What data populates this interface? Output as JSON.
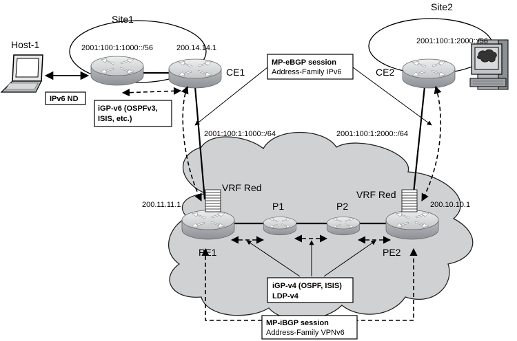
{
  "sites": {
    "site1": "Site1",
    "site2": "Site2",
    "site1_prefix": "2001:100:1:1000::/56",
    "site2_prefix": "2001:100:1:2000::/56"
  },
  "hosts": {
    "host1": "Host-1"
  },
  "routers": {
    "ce1": "CE1",
    "ce2": "CE2",
    "pe1": "PE1",
    "pe2": "PE2",
    "p1": "P1",
    "p2": "P2",
    "ce1_addr": "200.14.14.1",
    "pe1_addr": "200.11.11.1",
    "pe2_addr": "200.10.10.1"
  },
  "vrfs": {
    "left": "VRF Red",
    "right": "VRF Red"
  },
  "links": {
    "ce1_pe1": "2001:100:1:1000::/64",
    "ce2_pe2": "2001:100:1:2000::/64"
  },
  "boxes": {
    "ipv6nd": "IPv6 ND",
    "igp_v6_l1": "iGP-v6 (OSPFv3,",
    "igp_v6_l2": "ISIS, etc.)",
    "mp_ebgp_l1": "MP-eBGP session",
    "mp_ebgp_l2": "Address-Family IPv6",
    "igp_v4_l1": "iGP-v4 (OSPF, ISIS)",
    "igp_v4_l2": "LDP-v4",
    "mp_ibgp_l1": "MP-iBGP session",
    "mp_ibgp_l2": "Address-Family VPNv6"
  },
  "colors": {
    "router_body": "#a9adb0",
    "router_top": "#d7d9db",
    "cloud": "#d0d1d3",
    "line": "#000000"
  }
}
